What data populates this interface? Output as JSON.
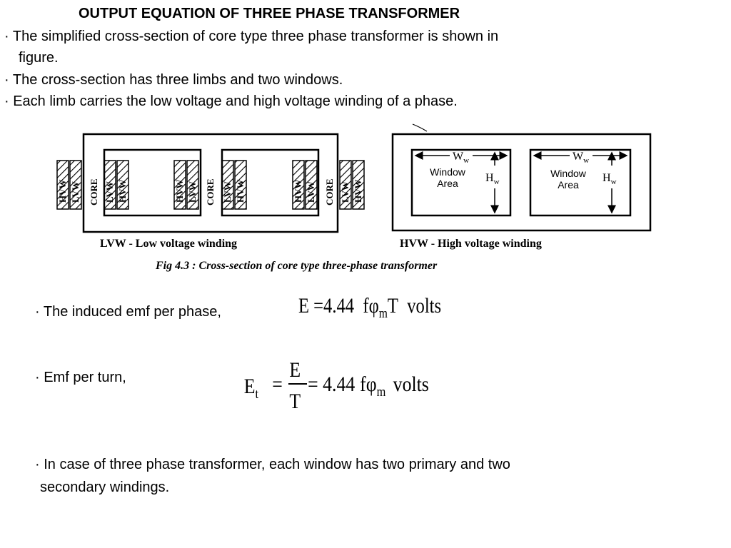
{
  "heading": "OUTPUT EQUATION OF THREE PHASE TRANSFORMER",
  "bullets": [
    "· The simplified cross-section of core type three phase transformer is shown in",
    "figure.",
    "· The cross-section has three limbs and two windows.",
    "· Each limb carries the low voltage and high voltage winding of a phase."
  ],
  "figure": {
    "winding_labels": [
      "HVW",
      "LVW",
      "CORE"
    ],
    "window_label_1": "Window",
    "window_label_2": "Area",
    "ww": "W",
    "ww_sub": "w",
    "hw": "H",
    "hw_sub": "w",
    "legend_lvw": "LVW - Low voltage winding",
    "legend_hvw": "HVW - High voltage winding",
    "caption": "Fig 4.3 : Cross-section of core type three-phase transformer"
  },
  "eq1": {
    "label": "· The induced emf per phase,",
    "lhs": "E",
    "eqsign": "=",
    "coef": "4.44",
    "f": "fφ",
    "sub": "m",
    "t": "T",
    "unit": "volts"
  },
  "eq2": {
    "label": "· Emf per turn,",
    "lhs": "E",
    "lhs_sub": "t",
    "num": "E",
    "den": "T",
    "coef": "= 4.44",
    "f": "fφ",
    "sub": "m",
    "unit": "volts"
  },
  "bullet_last": [
    "· In case of three phase transformer, each window has two primary and two",
    "secondary windings."
  ]
}
